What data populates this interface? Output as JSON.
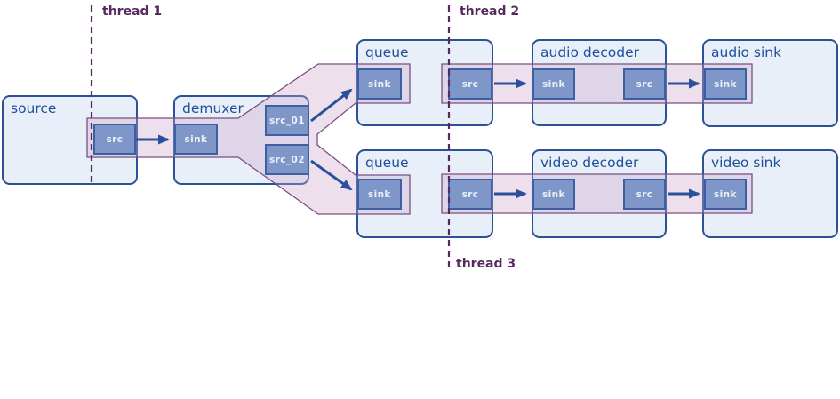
{
  "diagram": {
    "threads": [
      {
        "label": "thread 1"
      },
      {
        "label": "thread 2"
      },
      {
        "label": "thread 3"
      }
    ],
    "elements": [
      {
        "title": "source",
        "pads": [
          {
            "label": "src"
          }
        ]
      },
      {
        "title": "demuxer",
        "pads": [
          {
            "label": "sink"
          },
          {
            "label": "src_01"
          },
          {
            "label": "src_02"
          }
        ]
      },
      {
        "title": "queue",
        "pads": [
          {
            "label": "sink"
          },
          {
            "label": "src"
          }
        ]
      },
      {
        "title": "audio decoder",
        "pads": [
          {
            "label": "sink"
          },
          {
            "label": "src"
          }
        ]
      },
      {
        "title": "audio sink",
        "pads": [
          {
            "label": "sink"
          }
        ]
      },
      {
        "title": "queue",
        "pads": [
          {
            "label": "sink"
          },
          {
            "label": "src"
          }
        ]
      },
      {
        "title": "video decoder",
        "pads": [
          {
            "label": "sink"
          },
          {
            "label": "src"
          }
        ]
      },
      {
        "title": "video sink",
        "pads": [
          {
            "label": "sink"
          }
        ]
      }
    ],
    "colors": {
      "element_fill": "#e9eff9",
      "element_border": "#2b5298",
      "title_text": "#1d4f9a",
      "pad_fill": "#7e96c8",
      "pad_border": "#3d5fa3",
      "pad_text": "#ecf0f8",
      "band_fill": "rgba(201,160,196,0.33)",
      "band_border": "#7a4f82",
      "arrow": "#2c4f9c",
      "thread": "#572a5e"
    }
  }
}
